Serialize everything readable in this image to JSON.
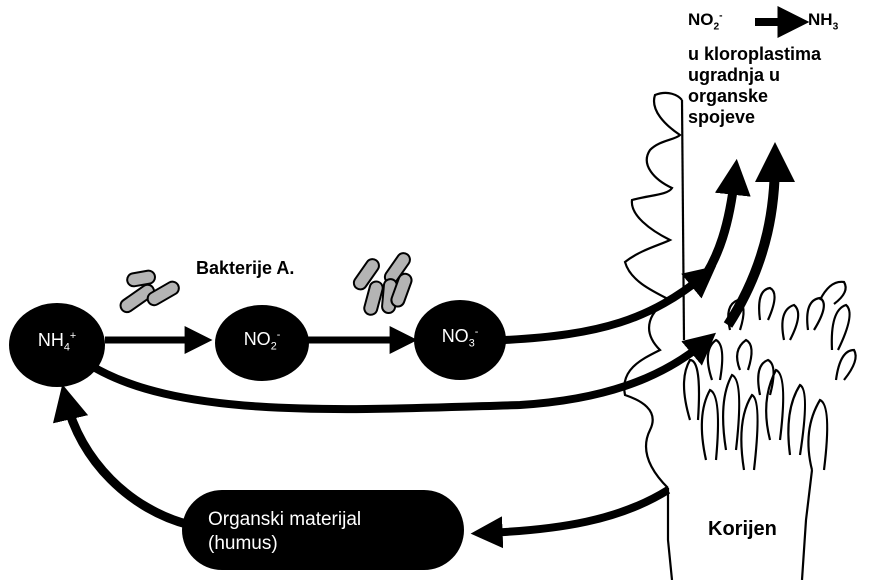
{
  "nodes": {
    "nh4": {
      "base": "NH",
      "sub": "4",
      "sup": "+"
    },
    "no2": {
      "base": "NO",
      "sub": "2",
      "sup": "-"
    },
    "no3": {
      "base": "NO",
      "sub": "3",
      "sup": "-"
    }
  },
  "bacteria_label": "Bakterije A.",
  "organic": {
    "line1": "Organski materijal",
    "line2": "(humus)"
  },
  "root_label": "Korijen",
  "chloroplast": {
    "from": {
      "base": "NO",
      "sub": "2",
      "sup": "-"
    },
    "to": {
      "base": "NH",
      "sub": "3"
    },
    "text_lines": [
      "u kloroplastima",
      "ugradnja u",
      "organske",
      "spojeve"
    ]
  },
  "colors": {
    "ink": "#000000",
    "bacteria_fill": "#b4b4b4",
    "node_text": "#ffffff",
    "background": "#ffffff"
  }
}
